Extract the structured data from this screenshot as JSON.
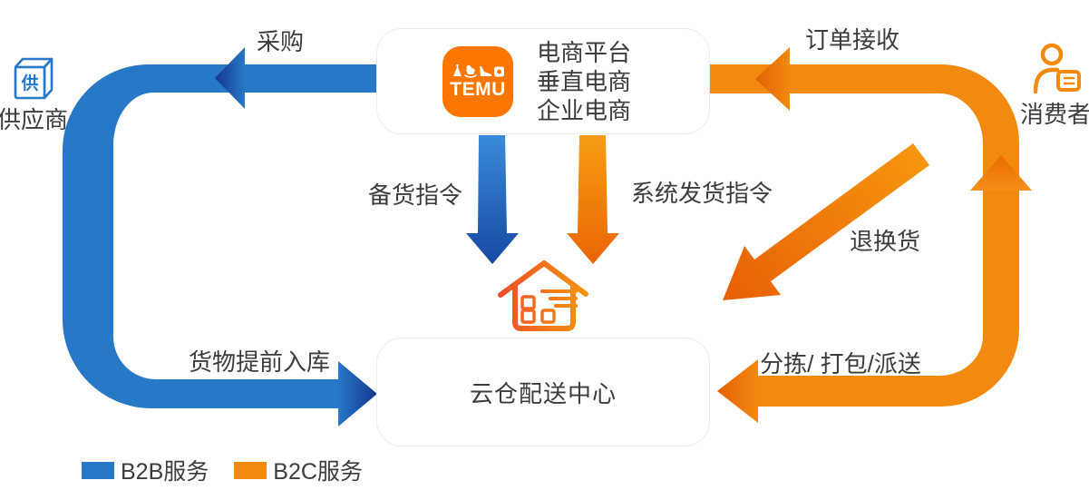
{
  "diagram": {
    "platform_card": {
      "logo_text": "TEMU",
      "lines": [
        "电商平台",
        "垂直电商",
        "企业电商"
      ]
    },
    "warehouse_card": {
      "label": "云仓配送中心"
    },
    "supplier": {
      "label": "供应商",
      "box_char": "供"
    },
    "consumer": {
      "label": "消费者"
    },
    "arrows": {
      "procurement": "采购",
      "order_receiving": "订单接收",
      "stocking_instruction": "备货指令",
      "system_shipping_instruction": "系统发货指令",
      "returns_exchange": "退换货",
      "goods_advance_inbound": "货物提前入库",
      "sort_pack_deliver": "分拣/ 打包/派送"
    },
    "legend": {
      "b2b": {
        "label": "B2B服务",
        "color": "#2878c8"
      },
      "b2c": {
        "label": "B2C服务",
        "color": "#f28a10"
      }
    },
    "icons": {
      "temu_logo": "temu-app-logo",
      "supplier_icon": "3d-box-with-gong-character",
      "consumer_icon": "person-with-order-card",
      "warehouse_icon": "house-with-packages"
    },
    "colors": {
      "b2b_blue": "#2878c8",
      "b2b_blue_dark": "#14368c",
      "b2c_orange": "#f28a10",
      "b2c_orange_dark": "#e55e03",
      "temu_brand": "#fb7701",
      "house_gradient_start": "#ef4e2b",
      "house_gradient_end": "#f6950f",
      "text": "#3c3c3c"
    }
  }
}
